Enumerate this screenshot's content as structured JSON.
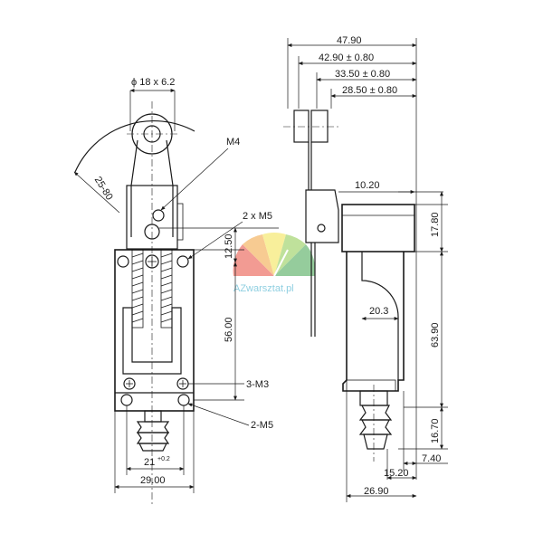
{
  "front_view": {
    "roller_dim": "ϕ 18 x 6.2",
    "arm_range": "25-80",
    "m4_label": "M4",
    "m5_label": "2 x M5",
    "m3_label": "3-M3",
    "m5_bottom_label": "2-M5",
    "dim_top": "12.50",
    "dim_middle": "56.00",
    "dim_bottom_inner": "21",
    "dim_bottom_inner_tol": "+0.2",
    "dim_width": "29.00"
  },
  "side_view": {
    "dim_479": "47.90",
    "dim_429": "42.90 ± 0.80",
    "dim_335": "33.50 ± 0.80",
    "dim_285": "28.50 ± 0.80",
    "dim_102": "10.20",
    "dim_178": "17.80",
    "dim_203": "20.3",
    "dim_639": "63.90",
    "dim_167": "16.70",
    "dim_74": "7.40",
    "dim_152": "15.20",
    "dim_269": "26.90"
  },
  "watermark": {
    "text": "AZwarsztat.pl",
    "colors": [
      "#e84a3b",
      "#f2a23a",
      "#f4e24b",
      "#8cc94a",
      "#3fa34d"
    ]
  }
}
